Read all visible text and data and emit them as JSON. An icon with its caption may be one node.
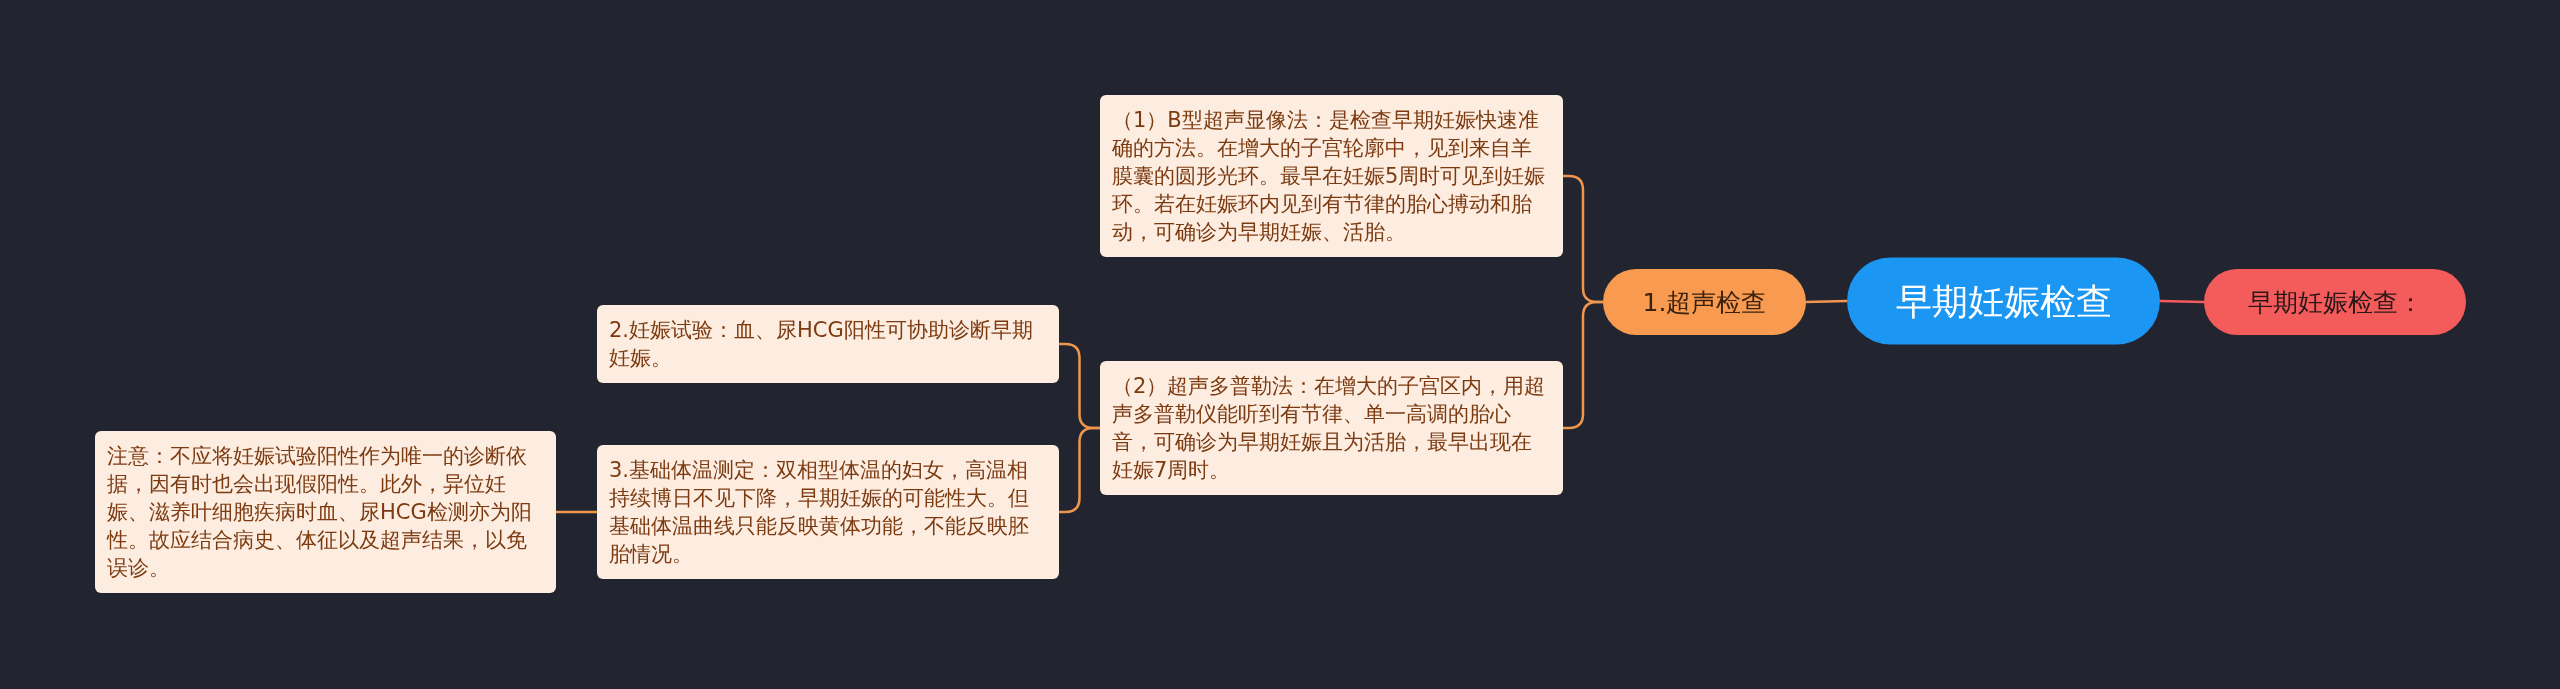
{
  "diagram": {
    "nodes": [
      {
        "text": [
          "早期妊娠检查"
        ]
      },
      {
        "text": [
          "早期妊娠检查："
        ]
      },
      {
        "text": [
          "1.超声检查"
        ]
      },
      {
        "text": [
          "（1）B型超声显像法：是检查早期妊娠快速准确的方法。在增大的子宫轮廓中，见到来自羊膜囊的圆形光环。最早在妊娠5周时可见到妊娠环。若在妊娠环内见到有节律的胎心搏动和胎动，可确诊为早期妊娠、活胎。"
        ]
      },
      {
        "text": [
          "（2）超声多普勒法：在增大的子宫区内，用超声多普勒仪能听到有节律、单一高调的胎心音，可确诊为早期妊娠且为活胎，最早出现在妊娠7周时。"
        ]
      },
      {
        "text": [
          "2.妊娠试验：血、尿HCG阳性可协助诊断早期妊娠。"
        ]
      },
      {
        "text": [
          "3.基础体温测定：双相型体温的妇女，高温相持续博日不见下降，早期妊娠的可能性大。但基础体温曲线只能反映黄体功能，不能反映胚胎情况。"
        ]
      },
      {
        "text": [
          "注意：不应将妊娠试验阳性作为唯一的诊断依据，因有时也会出现假阳性。此外，异位妊娠、滋养叶细胞疾病时血、尿HCG检测亦为阳性。故应结合病史、体征以及超声结果，以免误诊。"
        ]
      }
    ],
    "edges": [
      {
        "from": 0,
        "to": 1,
        "arrow": "none",
        "color": "#f45c5c"
      },
      {
        "from": 0,
        "to": 2,
        "arrow": "none"
      },
      {
        "from": 2,
        "to": 3,
        "arrow": "none"
      },
      {
        "from": 2,
        "to": 4,
        "arrow": "none"
      },
      {
        "from": 4,
        "to": 5,
        "arrow": "none"
      },
      {
        "from": 4,
        "to": 6,
        "arrow": "none"
      },
      {
        "from": 6,
        "to": 7,
        "arrow": "none"
      }
    ]
  }
}
